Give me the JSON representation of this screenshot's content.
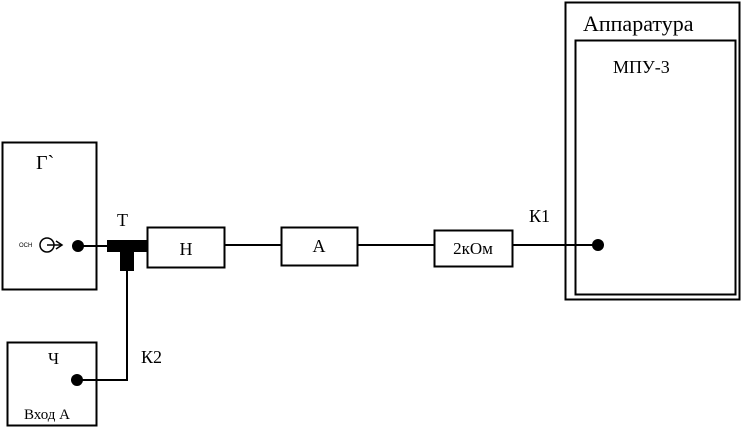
{
  "diagram": {
    "apparatus": {
      "title": "Аппаратура",
      "inner_label": "МПУ-3"
    },
    "generator": {
      "label": "Г`",
      "output_label": "ОСН"
    },
    "counter": {
      "label": "Ч",
      "input_label": "Вход А"
    },
    "tee": {
      "label": "Т"
    },
    "blocks": {
      "h_label": "Н",
      "a_label": "А",
      "resistor_label": "2кОм"
    },
    "cables": {
      "k1_label": "К1",
      "k2_label": "К2"
    }
  }
}
